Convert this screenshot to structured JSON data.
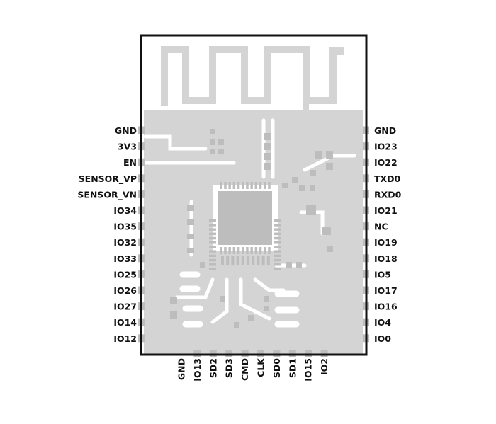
{
  "colors": {
    "background": "#ffffff",
    "outline": "#111111",
    "copper": "#d4d4d4",
    "copper_dark": "#c6c6c6",
    "pad": "#bdbdbd",
    "text": "#111111"
  },
  "pins": {
    "left": [
      "GND",
      "3V3",
      "EN",
      "SENSOR_VP",
      "SENSOR_VN",
      "IO34",
      "IO35",
      "IO32",
      "IO33",
      "IO25",
      "IO26",
      "IO27",
      "IO14",
      "IO12"
    ],
    "right": [
      "GND",
      "IO23",
      "IO22",
      "TXD0",
      "RXD0",
      "IO21",
      "NC",
      "IO19",
      "IO18",
      "IO5",
      "IO17",
      "IO16",
      "IO4",
      "IO0"
    ],
    "bottom": [
      "GND",
      "IO13",
      "SD2",
      "SD3",
      "CMD",
      "CLK",
      "SD0",
      "SD1",
      "IO15",
      "IO2"
    ]
  }
}
